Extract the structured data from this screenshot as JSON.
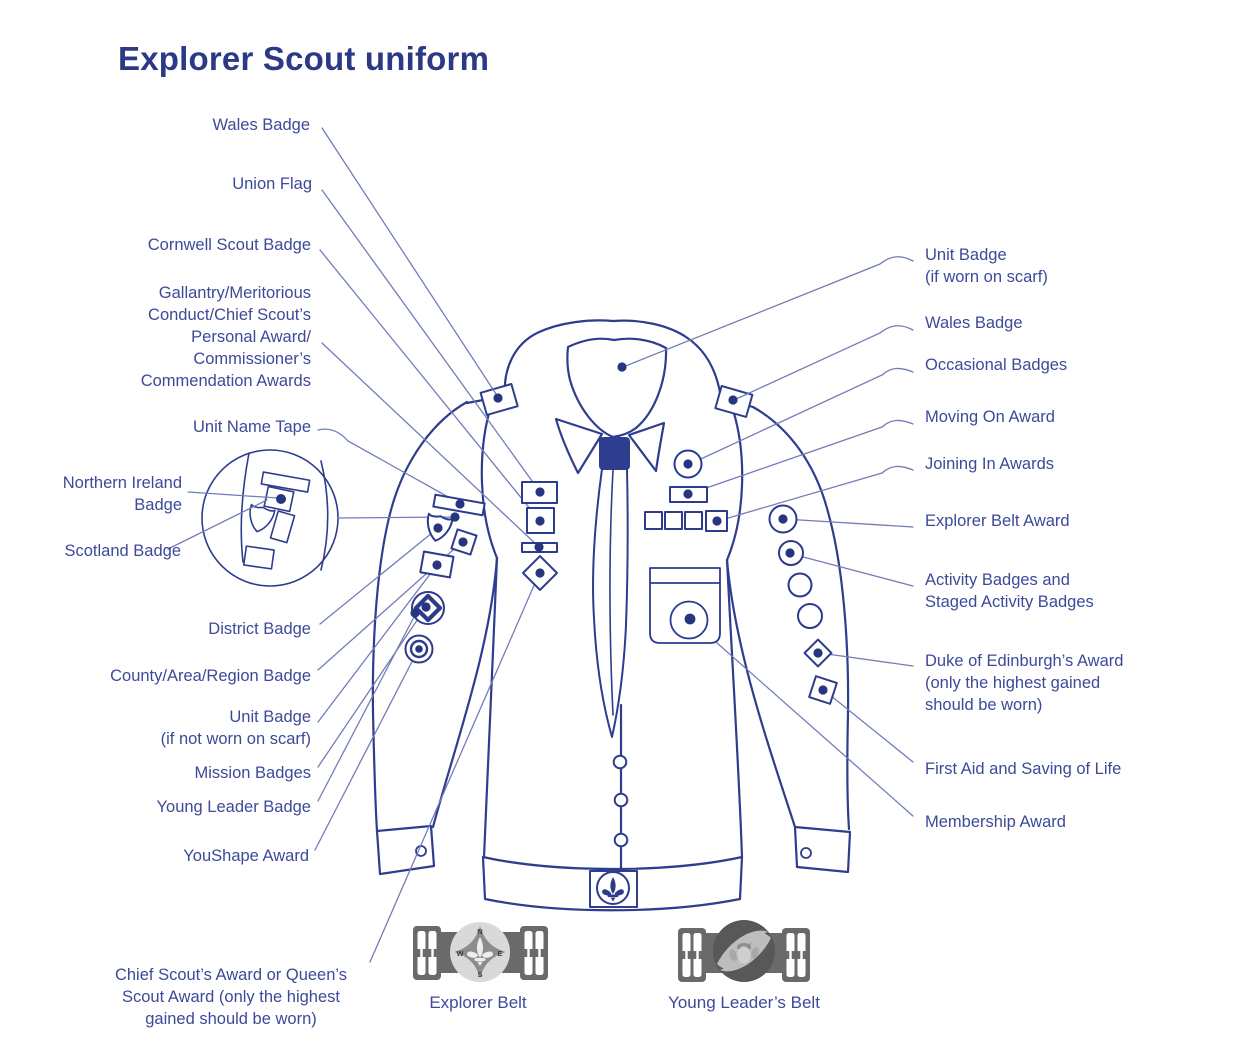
{
  "title": "Explorer Scout uniform",
  "colors": {
    "accent_navy": "#2c3b8c",
    "label_text": "#3c4a99",
    "leader_line": "#717db8",
    "belt_gray": "#6a6a6a",
    "belt_light_gray": "#d9d9d9",
    "belt_dark_gray": "#585858"
  },
  "annotations_left": [
    {
      "text": "Wales Badge"
    },
    {
      "text": "Union Flag"
    },
    {
      "text": "Cornwell Scout Badge"
    },
    {
      "text": "Gallantry/Meritorious\nConduct/Chief Scout’s\nPersonal Award/\nCommissioner’s\nCommendation Awards"
    },
    {
      "text": "Unit Name Tape"
    },
    {
      "text": "Northern Ireland\nBadge"
    },
    {
      "text": "Scotland Badge"
    },
    {
      "text": "District Badge"
    },
    {
      "text": "County/Area/Region Badge"
    },
    {
      "text": "Unit Badge\n(if not worn on scarf)"
    },
    {
      "text": "Mission Badges"
    },
    {
      "text": "Young Leader Badge"
    },
    {
      "text": "YouShape Award"
    },
    {
      "text": "Chief Scout’s Award or Queen’s\nScout Award (only the highest\ngained should be worn)"
    }
  ],
  "annotations_right": [
    {
      "text": "Unit Badge\n(if worn on scarf)"
    },
    {
      "text": "Wales Badge"
    },
    {
      "text": "Occasional Badges"
    },
    {
      "text": "Moving On Award"
    },
    {
      "text": "Joining In Awards"
    },
    {
      "text": "Explorer Belt Award"
    },
    {
      "text": "Activity Badges and\nStaged Activity Badges"
    },
    {
      "text": "Duke of Edinburgh’s Award\n(only the highest gained\nshould be worn)"
    },
    {
      "text": "First Aid and Saving of Life"
    },
    {
      "text": "Membership Award"
    }
  ],
  "belts": {
    "explorer": {
      "label": "Explorer Belt",
      "compass": {
        "n": "N",
        "e": "E",
        "s": "S",
        "w": "W"
      }
    },
    "young_leader": {
      "label": "Young Leader’s Belt"
    }
  }
}
